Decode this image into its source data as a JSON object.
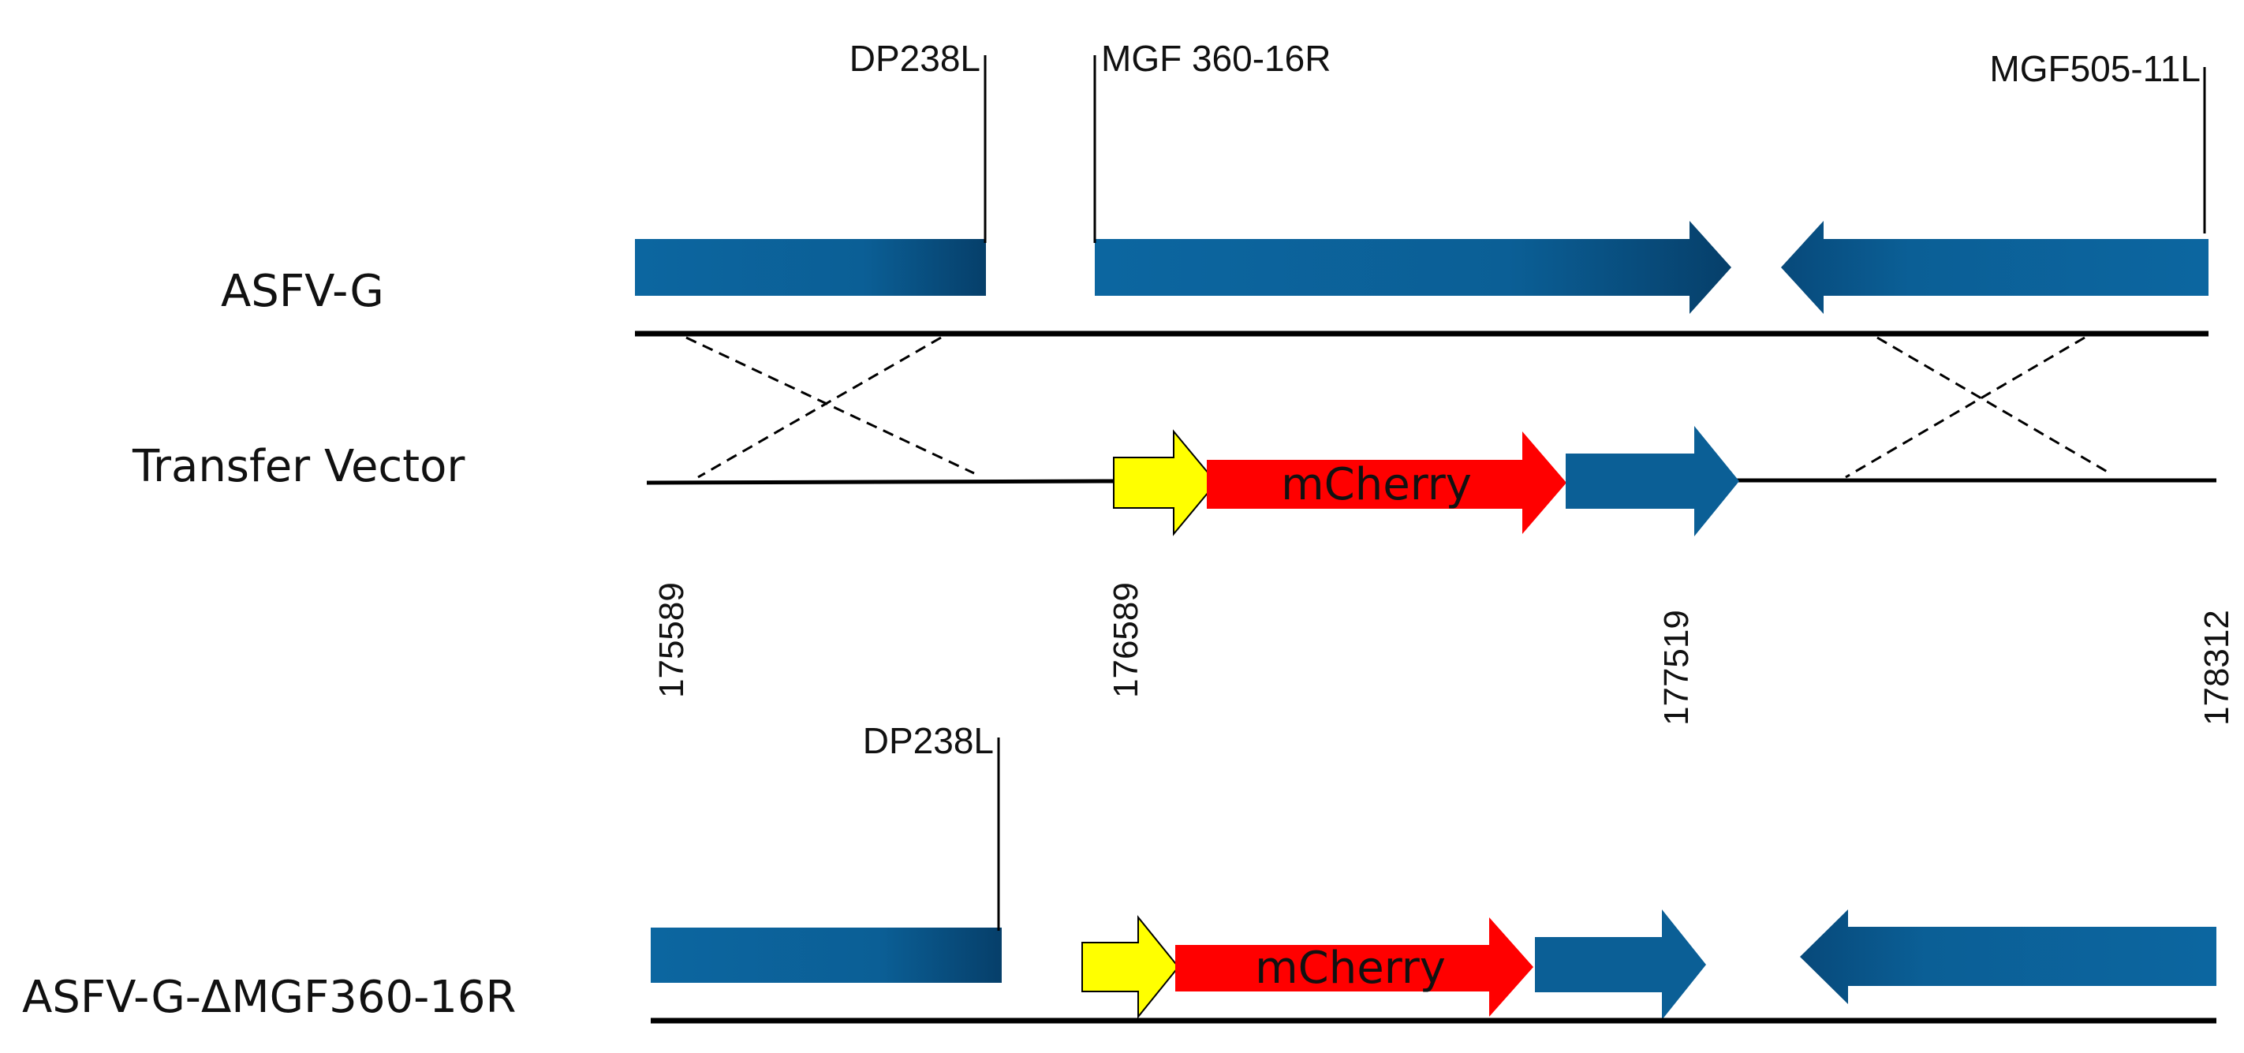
{
  "colors": {
    "gene_blue": "#0b5f96",
    "gene_blue_dark": "#063f6a",
    "reporter_red": "#ff0000",
    "promoter_yellow": "#ffff00",
    "line_black": "#000000"
  },
  "rows": {
    "wild_type": {
      "label": "ASFV-G",
      "genes": [
        "DP238L",
        "MGF 360-16R",
        "MGF505-11L"
      ]
    },
    "transfer_vector": {
      "label": "Transfer Vector",
      "insert_label": "mCherry"
    },
    "recombinant": {
      "label": "ASFV-G-ΔMGF360-16R",
      "genes": [
        "DP238L"
      ],
      "insert_label": "mCherry"
    }
  },
  "coordinates": [
    "175589",
    "176589",
    "177519",
    "178312"
  ]
}
